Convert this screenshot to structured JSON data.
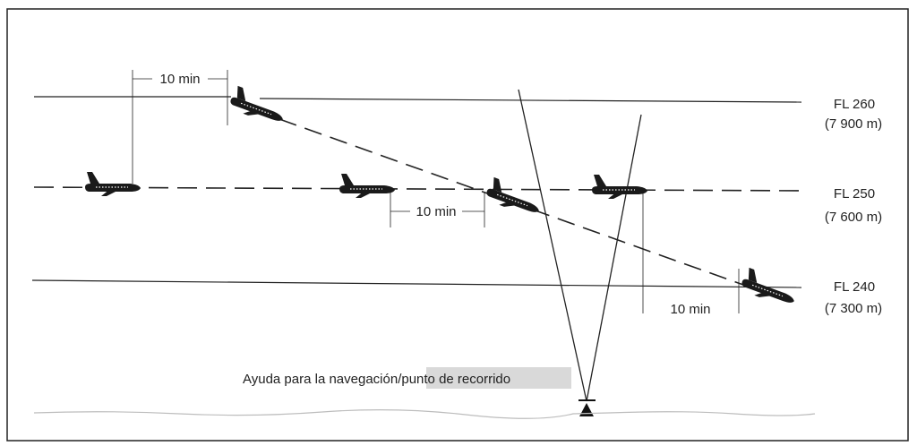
{
  "levels": [
    {
      "fl": "FL 260",
      "alt": "(7 900 m)"
    },
    {
      "fl": "FL 250",
      "alt": "(7 600 m)"
    },
    {
      "fl": "FL 240",
      "alt": "(7 300 m)"
    }
  ],
  "intervals": {
    "top": "10 min",
    "middle": "10 min",
    "bottom": "10 min"
  },
  "navaid": {
    "label_part1": "Ayuda para la navegación/",
    "label_part2": "punto de recorrido"
  },
  "colors": {
    "line": "#222222",
    "aircraft": "#1a1a1a",
    "highlight": "#d9d9d9",
    "ground": "#bdbdbd"
  }
}
